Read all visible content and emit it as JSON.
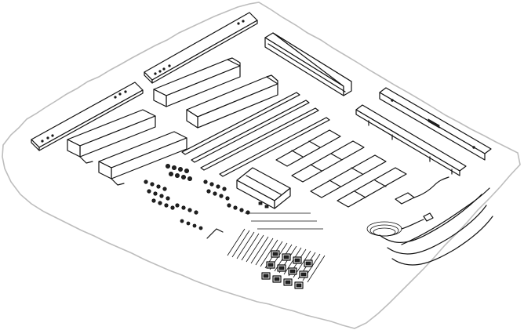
{
  "figure": {
    "kind": "exploded parts layout of a standing desk frame kit",
    "sheet": {
      "fill": "#ffffff",
      "outline_color": "#bdbdbd"
    },
    "line_color": "#111111",
    "parts": [
      {
        "id": "crossbeams",
        "icon": "wooden-crossbeam-icon",
        "count": 2
      },
      {
        "id": "legs",
        "icon": "lifting-leg-column-icon",
        "count": 4
      },
      {
        "id": "side-brackets",
        "icon": "u-channel-bracket-icon",
        "count": 2
      },
      {
        "id": "rails",
        "icon": "slim-rail-icon",
        "count": 4
      },
      {
        "id": "angle-bars",
        "icon": "angle-bar-icon",
        "count": 2
      },
      {
        "id": "feet-frames",
        "icon": "ladder-foot-frame-icon",
        "count": 4
      },
      {
        "id": "control-box",
        "icon": "control-box-icon",
        "count": 1
      },
      {
        "id": "screws",
        "icon": "screw-icon",
        "count": 40
      },
      {
        "id": "hex-key",
        "icon": "allen-key-icon",
        "count": 1
      },
      {
        "id": "cable-ties",
        "icon": "cable-tie-icon",
        "count": 18
      },
      {
        "id": "adhesive-clips",
        "icon": "cable-clip-icon",
        "count": 24
      },
      {
        "id": "handset",
        "icon": "handset-controller-icon",
        "count": 1
      },
      {
        "id": "power-cord",
        "icon": "power-cord-icon",
        "count": 1
      },
      {
        "id": "motor-cables",
        "icon": "motor-cable-icon",
        "count": 4
      }
    ]
  }
}
